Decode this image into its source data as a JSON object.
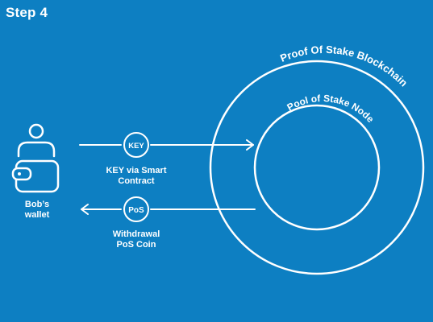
{
  "step_title": "Step 4",
  "wallet": {
    "label_line1": "Bob’s",
    "label_line2": "wallet"
  },
  "key_flow": {
    "badge": "KEY",
    "caption_line1": "KEY via Smart",
    "caption_line2": "Contract"
  },
  "pos_flow": {
    "badge": "PoS",
    "caption_line1": "Withdrawal",
    "caption_line2": "PoS Coin"
  },
  "outer_ring_label": "Proof Of Stake Blockchain",
  "inner_ring_label": "Pool of Stake Node",
  "colors": {
    "background": "#0d7fc2",
    "foreground": "#ffffff"
  }
}
